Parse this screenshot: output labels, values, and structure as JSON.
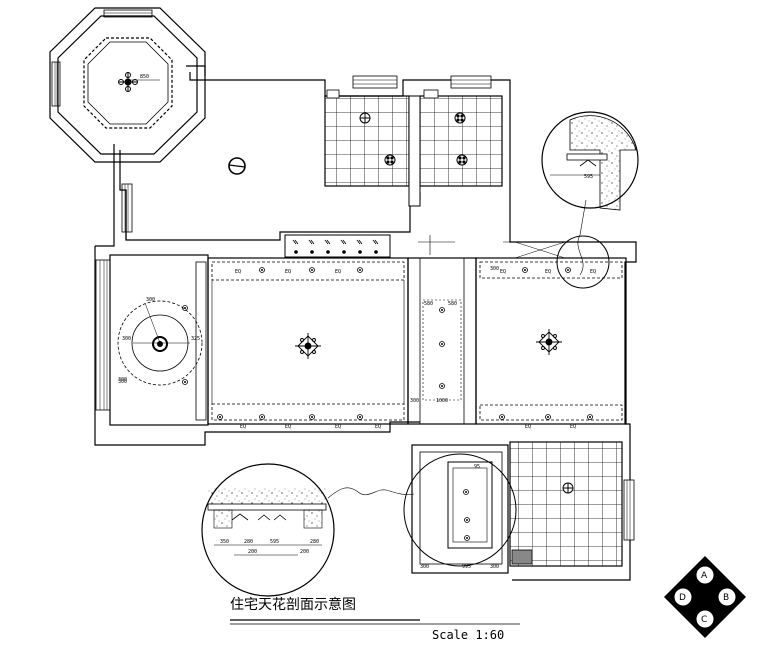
{
  "title": "住宅天花剖面示意图",
  "scale": "Scale 1:60",
  "compass": {
    "a": "A",
    "b": "B",
    "c": "C",
    "d": "D"
  },
  "light_code": "EQ",
  "dimensions": {
    "octagon": "850",
    "left_room_1": "300",
    "left_room_2": "300",
    "left_room_3": "325",
    "left_room_4": "300",
    "corridor_top_1": "580",
    "corridor_top_2": "580",
    "corridor_bottom": "1000",
    "corridor_side": "300",
    "left_room_bottom": "300",
    "top_right_right": "300",
    "detail_left_1": "350",
    "detail_left_2": "280",
    "detail_left_3": "595",
    "detail_left_4": "280",
    "detail_left_5": "200",
    "detail_left_6": "200",
    "detail_right_1": "595",
    "detail_right_label": "95",
    "bath_bottom_1": "300",
    "bath_bottom_2": "995",
    "bath_bottom_3": "300"
  }
}
